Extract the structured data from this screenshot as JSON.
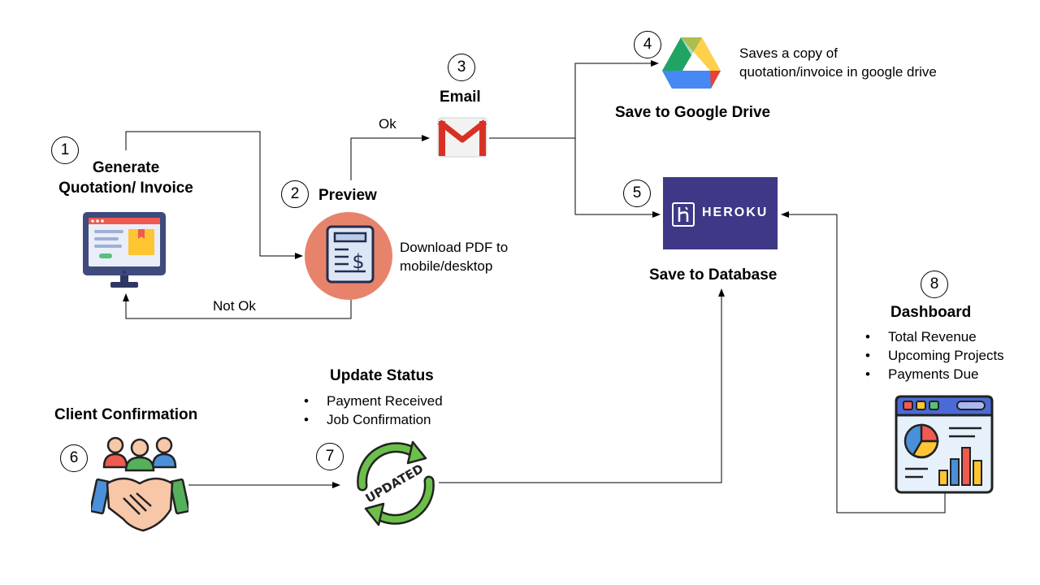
{
  "steps": [
    {
      "number": "1",
      "title": "Generate\nQuotation/ Invoice"
    },
    {
      "number": "2",
      "title": "Preview",
      "note": "Download PDF to\nmobile/desktop"
    },
    {
      "number": "3",
      "title": "Email"
    },
    {
      "number": "4",
      "title": "Save to Google Drive",
      "note": "Saves a copy of\nquotation/invoice in google drive"
    },
    {
      "number": "5",
      "title": "Save to Database",
      "logo_text": "HEROKU"
    },
    {
      "number": "6",
      "title": "Client Confirmation"
    },
    {
      "number": "7",
      "title": "Update Status",
      "items": [
        "Payment Received",
        "Job Confirmation"
      ],
      "badge_text": "UPDATED"
    },
    {
      "number": "8",
      "title": "Dashboard",
      "items": [
        "Total Revenue",
        "Upcoming Projects",
        "Payments Due"
      ]
    }
  ],
  "edge_labels": {
    "ok": "Ok",
    "not_ok": "Not Ok"
  },
  "colors": {
    "monitor": "#3f4a7d",
    "preview_circle": "#e8836b",
    "gmail_red": "#d93025",
    "drive_green": "#1fa463",
    "drive_yellow": "#ffd04b",
    "drive_blue": "#4688f4",
    "heroku_purple": "#3e3887",
    "updated_green": "#6cc04a"
  }
}
